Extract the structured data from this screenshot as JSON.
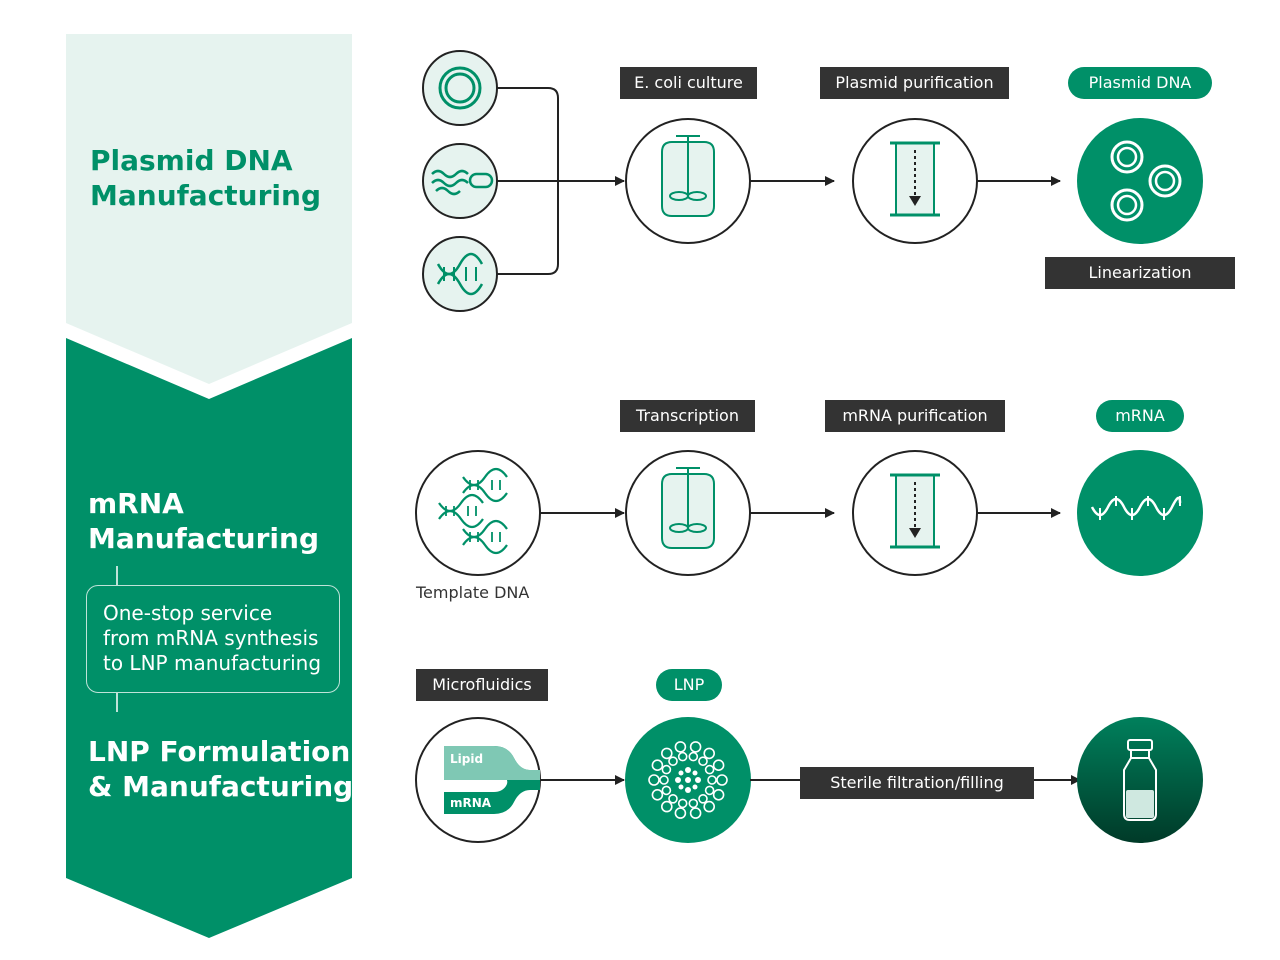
{
  "stages": {
    "plasmid": {
      "line1": "Plasmid DNA",
      "line2": "Manufacturing"
    },
    "mrna": {
      "line1": "mRNA",
      "line2": "Manufacturing"
    },
    "lnp": {
      "line1": "LNP Formulation",
      "line2": "& Manufacturing"
    }
  },
  "note": {
    "line1": "One-stop service",
    "line2": "from mRNA synthesis",
    "line3": "to LNP manufacturing"
  },
  "steps": {
    "ecoli_culture": "E. coli culture",
    "plasmid_purification": "Plasmid purification",
    "linearization": "Linearization",
    "transcription": "Transcription",
    "mrna_purification": "mRNA purification",
    "microfluidics": "Microfluidics",
    "sterile_filtration": "Sterile filtration/filling"
  },
  "products": {
    "plasmid_dna": "Plasmid DNA",
    "mrna": "mRNA",
    "lnp": "LNP"
  },
  "captions": {
    "template_dna": "Template DNA"
  },
  "mixer": {
    "lipid": "Lipid",
    "mrna": "mRNA"
  },
  "colors": {
    "brand_green": "#009068",
    "light_green": "#e6f3ef",
    "dark_label": "#333333",
    "outline": "#222222"
  },
  "icons": [
    "circular-plasmid-icon",
    "bacterium-icon",
    "dna-helix-icon",
    "bioreactor-icon",
    "purification-column-icon",
    "plasmids-icon",
    "template-dna-icon",
    "mrna-strand-icon",
    "microfluidic-mixer-icon",
    "lipid-nanoparticle-icon",
    "vial-icon"
  ]
}
